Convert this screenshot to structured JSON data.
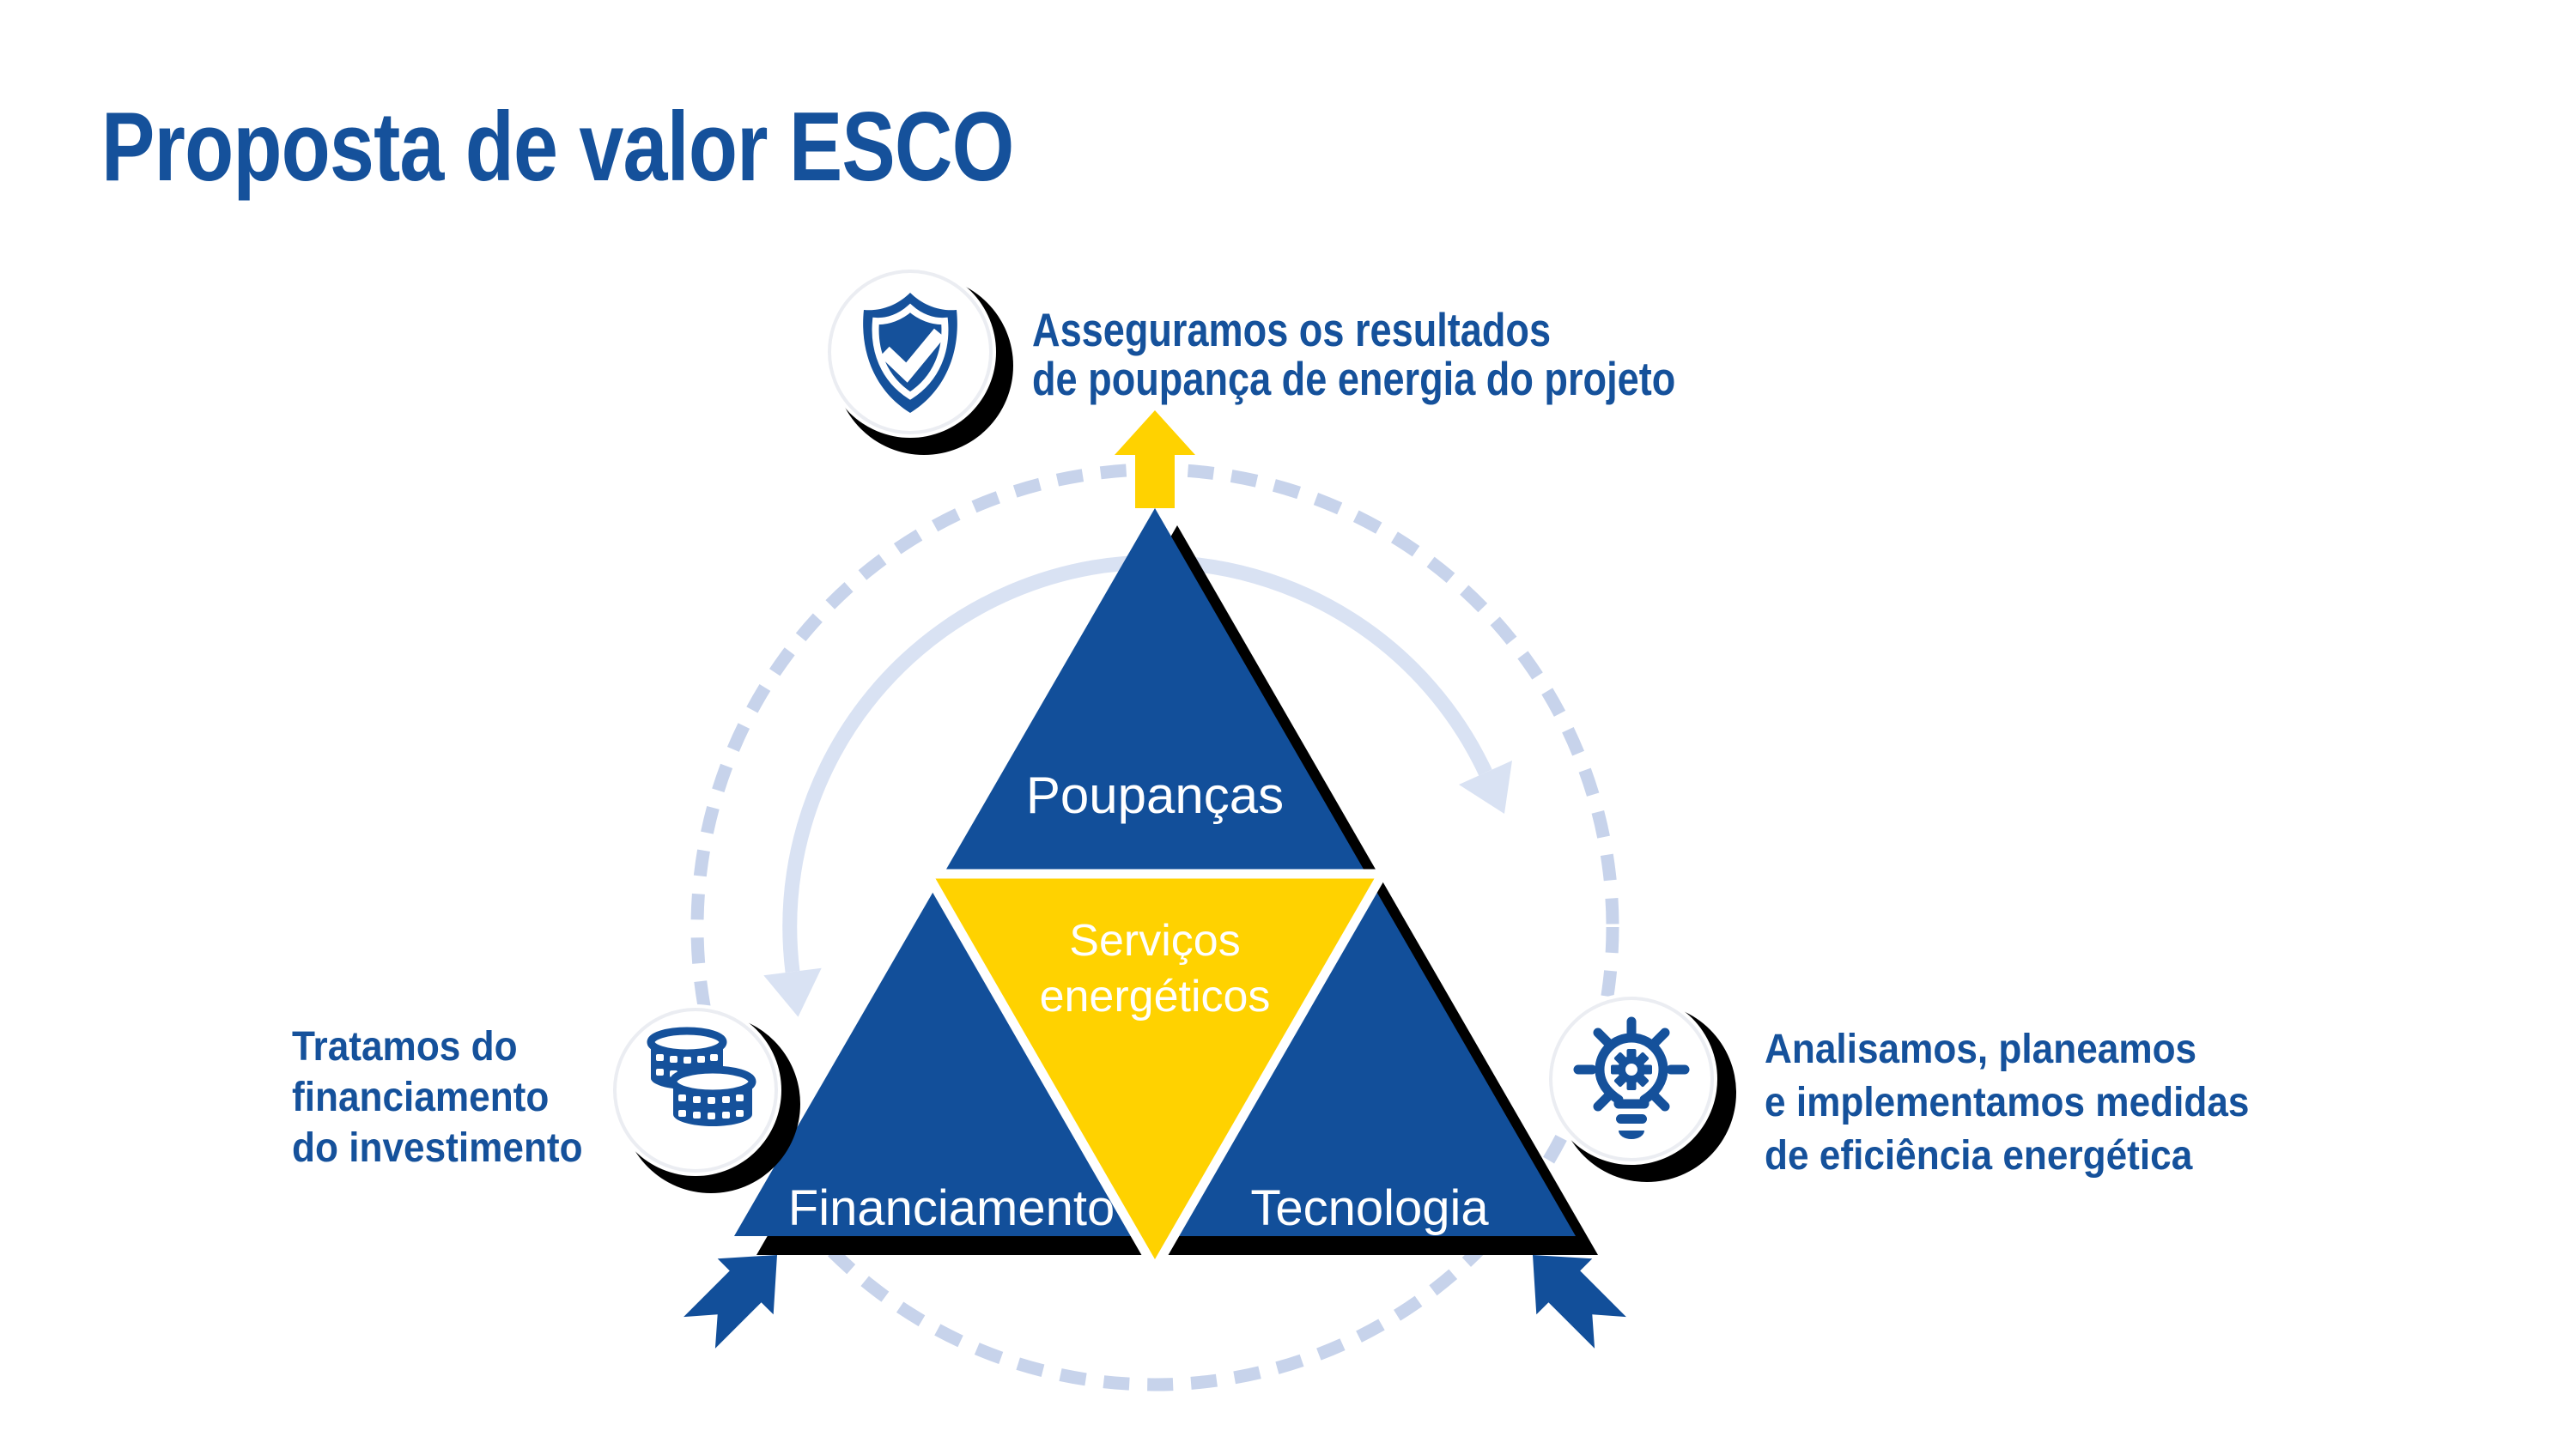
{
  "title": "Proposta de valor ESCO",
  "colors": {
    "primary_blue": "#15519B",
    "triangle_blue": "#124F9A",
    "yellow": "#FFD200",
    "dashed_circle": "#C7D3EB",
    "solid_arc": "#D9E2F3",
    "shadow": "#000000",
    "label_white": "#FFFFFF"
  },
  "triangle": {
    "top_label": "Poupanças",
    "center_label": [
      "Serviços",
      "energéticos"
    ],
    "bottom_left_label": "Financiamento",
    "bottom_right_label": "Tecnologia"
  },
  "annotations": {
    "top": {
      "icon": "shield-check-icon",
      "lines": [
        "Asseguramos os resultados",
        "de poupança de energia do projeto"
      ]
    },
    "left": {
      "icon": "coins-icon",
      "lines": [
        "Tratamos do",
        "financiamento",
        "do investimento"
      ]
    },
    "right": {
      "icon": "lightbulb-gear-icon",
      "lines": [
        "Analisamos, planeamos",
        "e implementamos medidas",
        "de eficiência energética"
      ]
    }
  }
}
